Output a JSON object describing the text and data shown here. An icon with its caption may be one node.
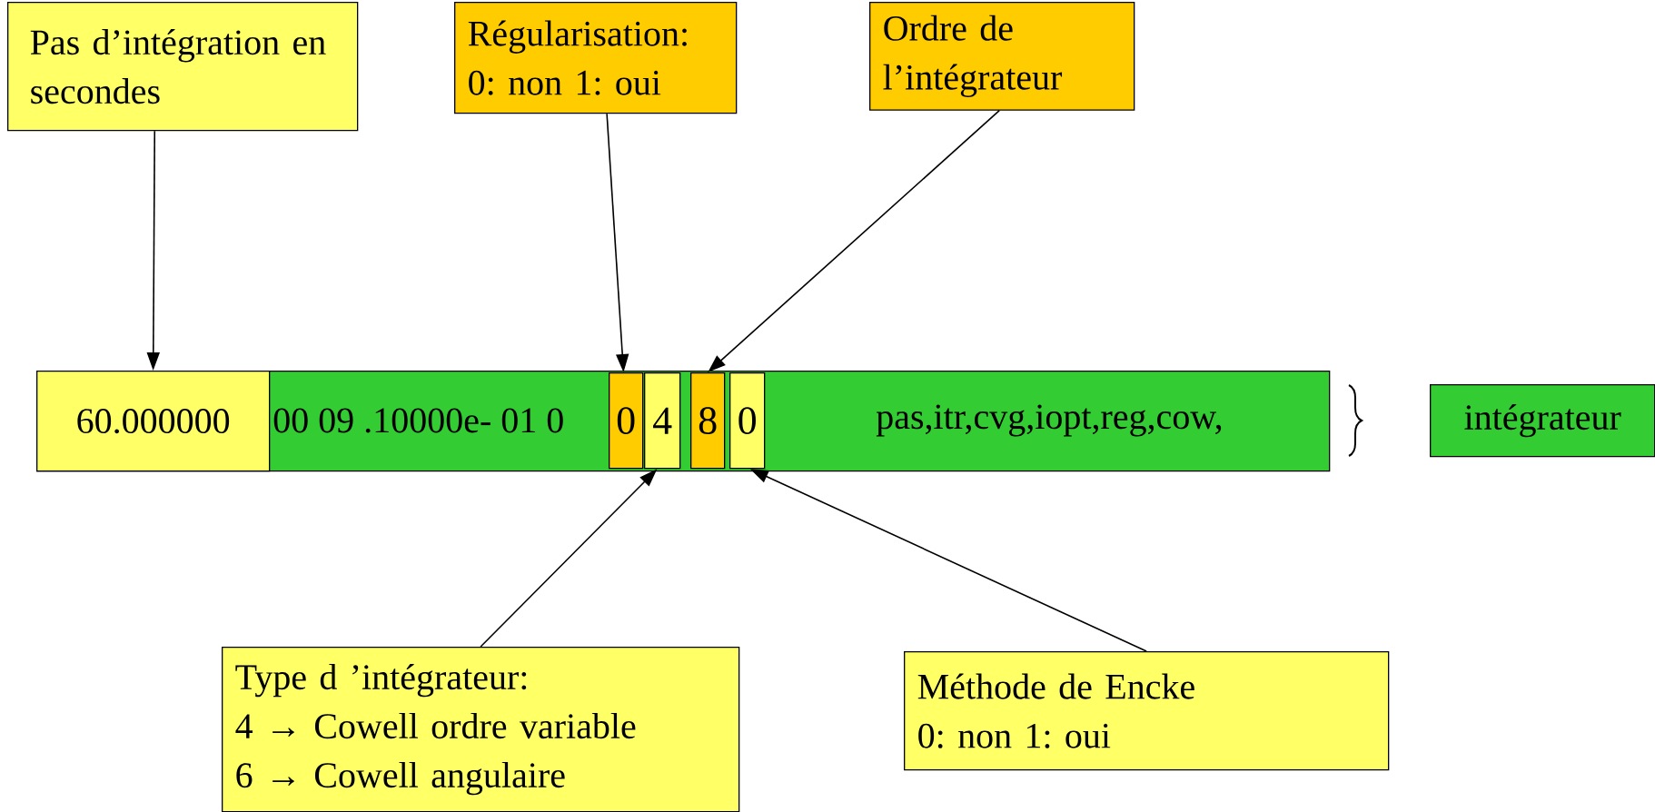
{
  "diagram": {
    "nodes": [
      {
        "text": [
          "Pas d’intégration en secondes"
        ]
      },
      {
        "text": [
          "Régularisation:",
          "0: non 1: oui"
        ]
      },
      {
        "text": [
          "Ordre de l’intégrateur"
        ]
      },
      {
        "text": [
          "00 09 .10000e- 01 0",
          "pas,itr,cvg,iopt,reg,cow,"
        ]
      },
      {
        "text": [
          "60.000000"
        ],
        "in": 3
      },
      {
        "text": [
          "0"
        ],
        "in": 3
      },
      {
        "text": [
          "4"
        ],
        "in": 3
      },
      {
        "text": [
          "8"
        ],
        "in": 3
      },
      {
        "text": [
          "0"
        ],
        "in": 3
      },
      {
        "text": [
          "intégrateur"
        ]
      },
      {
        "text": [
          "Type d ’intégrateur:",
          "4 → Cowell ordre variable",
          "6 → Cowell angulaire"
        ]
      },
      {
        "text": [
          "Méthode de Encke",
          "0: non 1: oui"
        ]
      }
    ],
    "edges": [
      {
        "from": 0,
        "to": 4,
        "arrow": "to"
      },
      {
        "from": 1,
        "to": 5,
        "arrow": "to"
      },
      {
        "from": 2,
        "to": 7,
        "arrow": "to"
      },
      {
        "from": 10,
        "to": 6,
        "arrow": "to"
      },
      {
        "from": 11,
        "to": 8,
        "arrow": "to"
      }
    ]
  }
}
